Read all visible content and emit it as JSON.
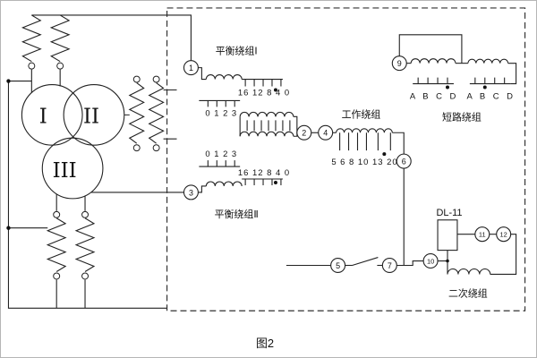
{
  "caption": "图2",
  "windings": {
    "balance1_label": "平衡绕组Ⅰ",
    "balance2_label": "平衡绕组Ⅱ",
    "working_label": "工作绕组",
    "short_label": "短路绕组",
    "secondary_label": "二次绕组"
  },
  "relay": {
    "model": "DL-11"
  },
  "taps": {
    "balance1_coarse": "16 12 8 4 0",
    "balance1_fine": "0 1 2 3",
    "balance2_fine": "0 1 2 3",
    "balance2_coarse": "16 12 8 4 0",
    "working": "5 6 8 10 13 20",
    "short_left": "A B C D",
    "short_right": "A B C D"
  },
  "cores": {
    "i": "I",
    "ii": "II",
    "iii": "III"
  },
  "terminals": {
    "t1": "1",
    "t2": "2",
    "t3": "3",
    "t4": "4",
    "t5": "5",
    "t6": "6",
    "t7": "7",
    "t9": "9",
    "t10": "10",
    "t11": "11",
    "t12": "12"
  }
}
